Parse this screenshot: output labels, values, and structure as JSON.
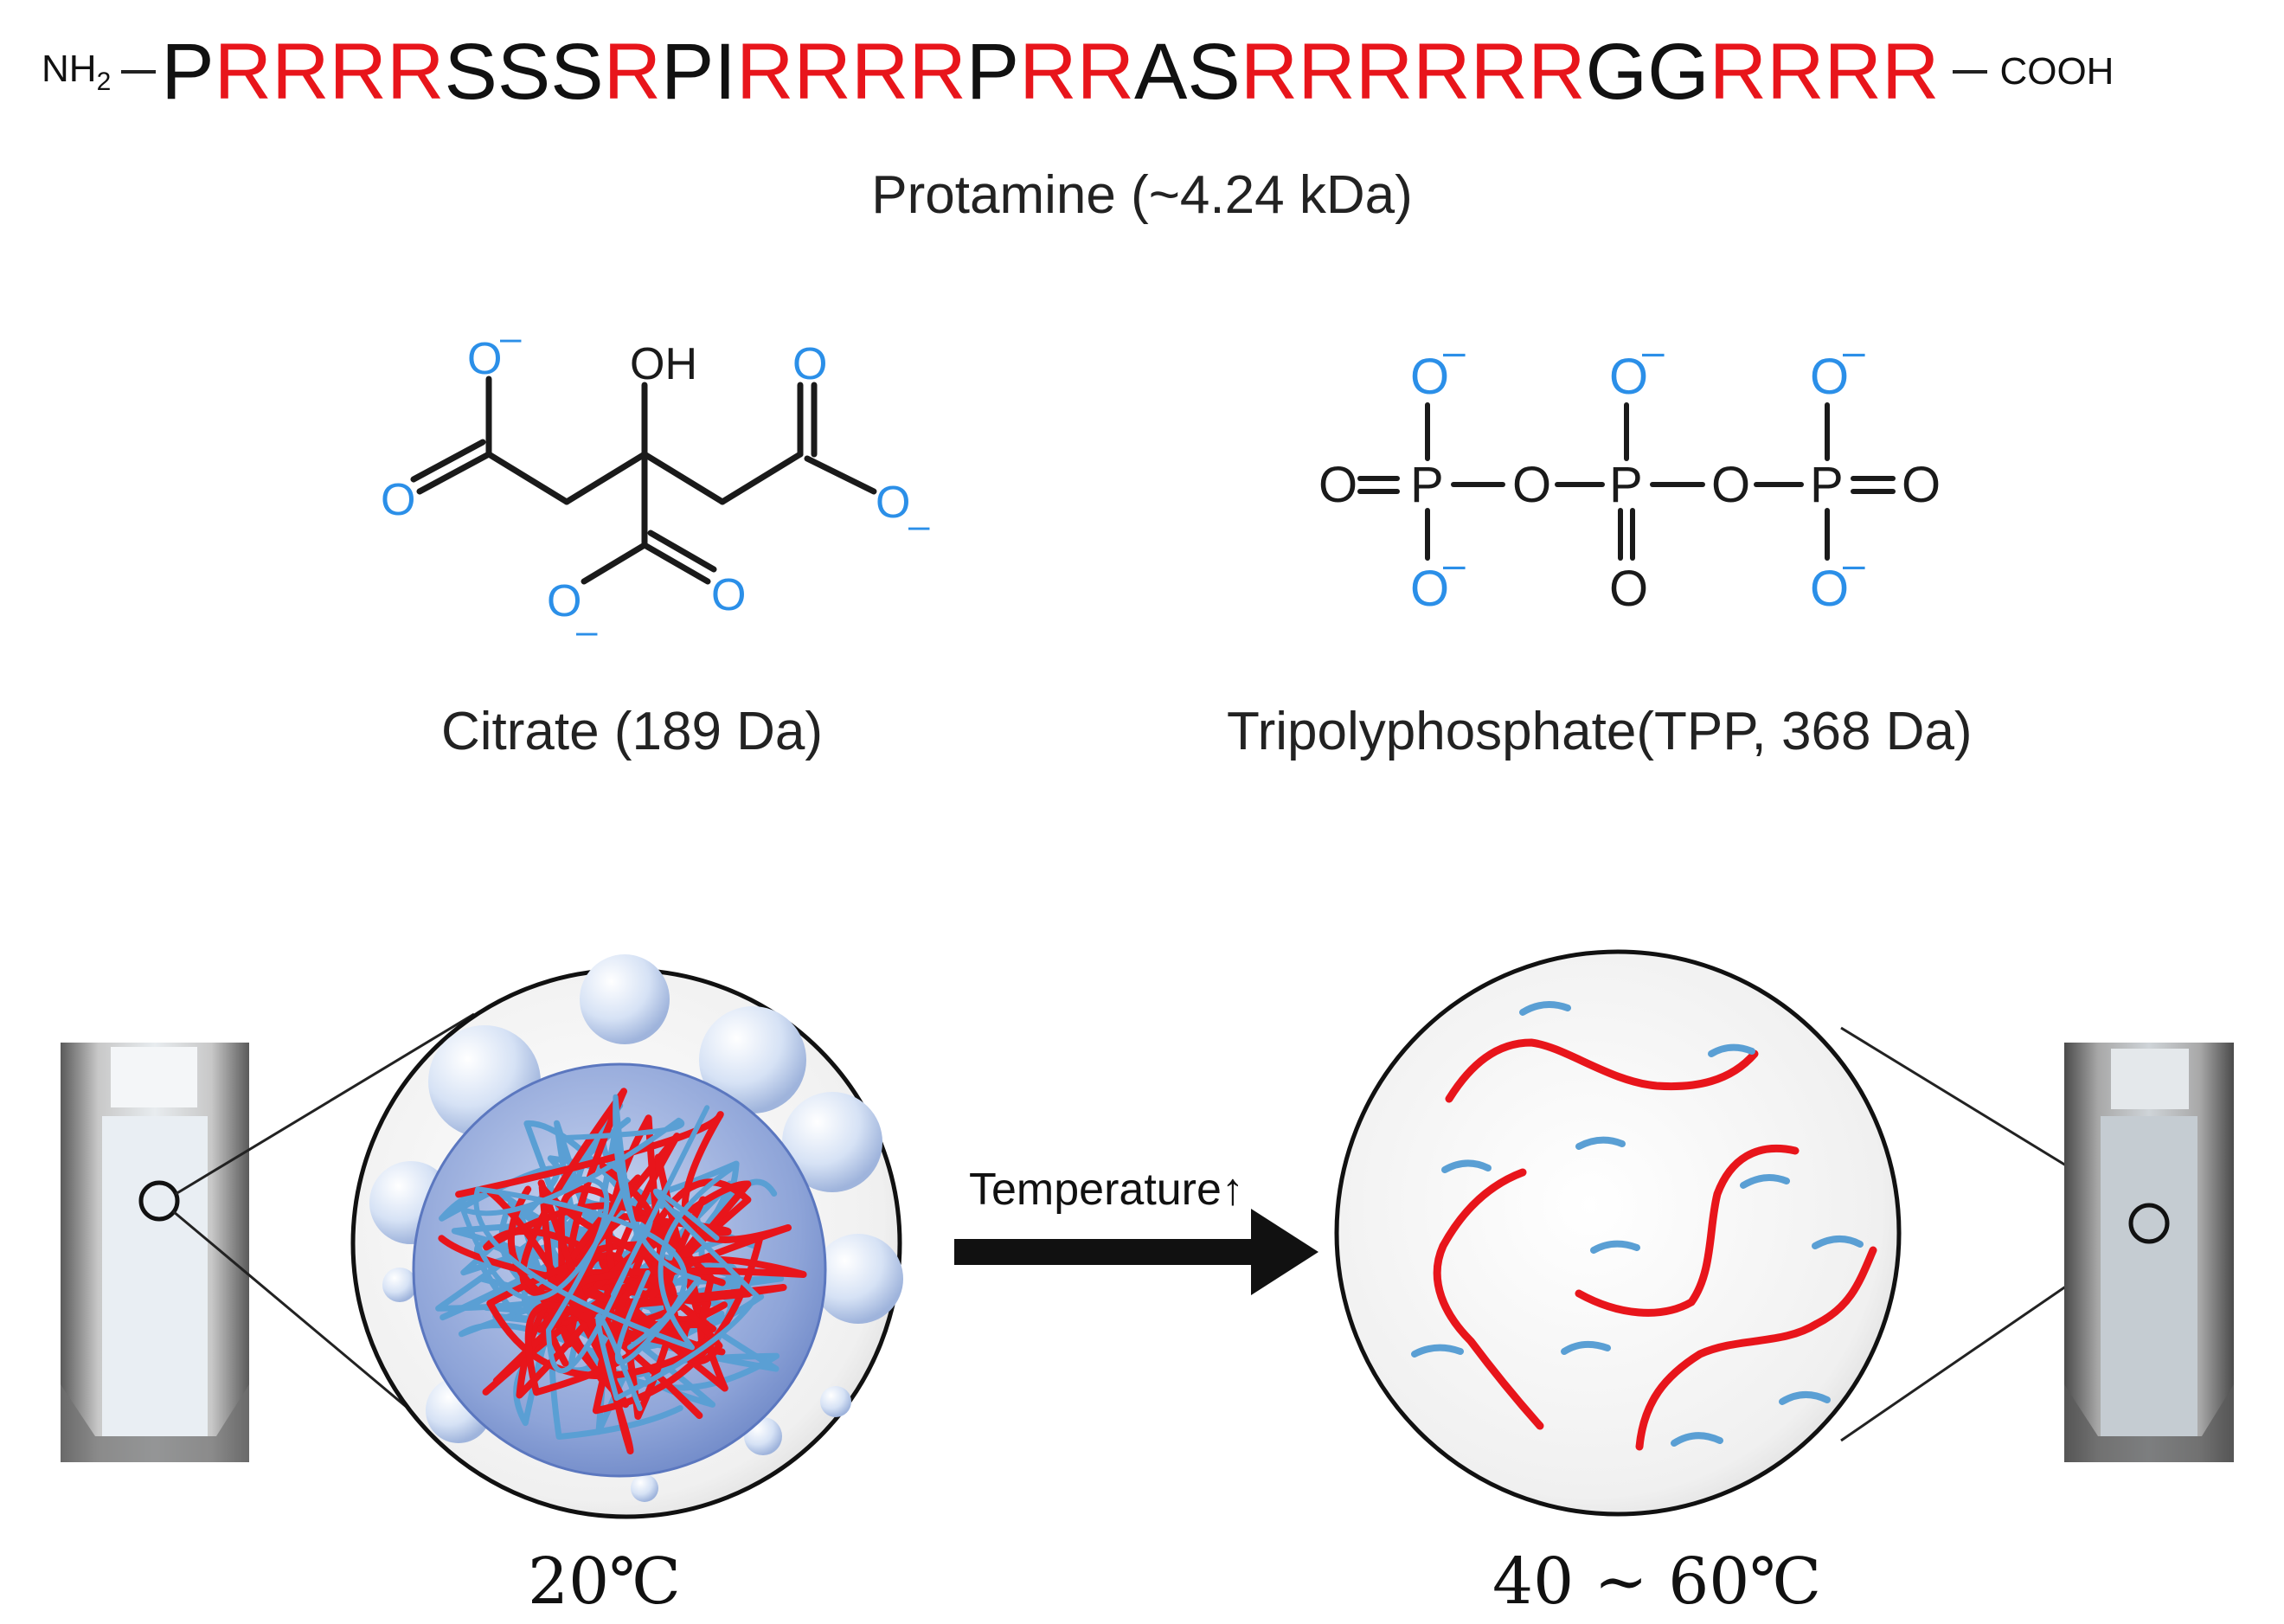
{
  "sequence": {
    "n_terminus": "NH",
    "n_terminus_sub": "2",
    "c_terminus": "COOH",
    "residues": "PRRRRSSSRPIRRRRPRRASRRRRRRGGRRRR",
    "highlight_residue": "R",
    "highlight_color": "#e8151b",
    "other_color": "#111111"
  },
  "protamine_label": "Protamine (~4.24 kDa)",
  "citrate": {
    "label": "Citrate (189 Da)",
    "oh": "OH",
    "o": "O",
    "minus": "–"
  },
  "tpp": {
    "label": "Tripolyphosphate(TPP, 368 Da)",
    "p": "P",
    "o": "O",
    "minus": "–"
  },
  "process": {
    "arrow_label": "Temperature↑",
    "left_temp": "20℃",
    "right_temp": "40 ~ 60℃"
  },
  "colors": {
    "oxygen_blue": "#2b8fe8",
    "protamine_red": "#e8151b",
    "anion_blue": "#5a9fd4",
    "bond": "#1a1a1a"
  }
}
